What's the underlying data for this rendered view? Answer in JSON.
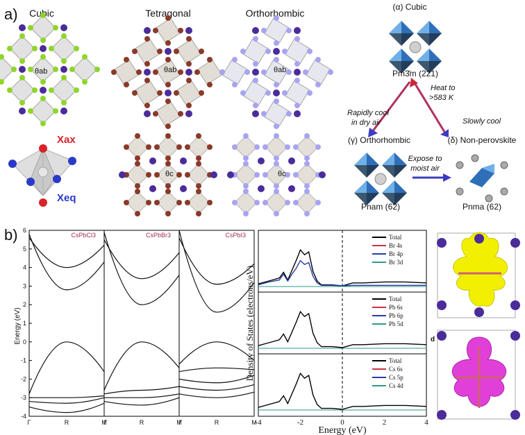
{
  "panel_a": {
    "label": "a)",
    "columns": [
      "Cubic",
      "Tetragonal",
      "Orthorhombic"
    ],
    "angle_ab": "θab",
    "angle_c": "θc",
    "x_ax": "Xax",
    "x_eq": "Xeq",
    "phase": {
      "cubic_title": "(α) Cubic",
      "cubic_group": "Pm3̄m (221)",
      "heat": "Heat to",
      "heat_temp": ">583 K",
      "rapid1": "Rapidly cool",
      "rapid2": "in dry air",
      "slow": "Slowly cool",
      "ortho_title": "(γ) Orthorhombic",
      "nonperov_title": "(δ) Non-perovskite",
      "expose1": "Expose to",
      "expose2": "moist air",
      "ortho_group": "Pnam (62)",
      "nonperov_group": "Pnma (62)"
    },
    "colors": {
      "halide_cubic": "#8fd629",
      "halide_tet": "#8a3a2a",
      "halide_ortho": "#a8a4f0",
      "cs": "#4a2c9a",
      "heat_arrow": "#c8283c",
      "cool_arrow": "#3c3cc0"
    }
  },
  "panel_b": {
    "label": "b)",
    "band": {
      "ylabel": "Energy (eV)",
      "yticks": [
        "6",
        "5",
        "4",
        "3",
        "2",
        "1",
        "0",
        "-1",
        "-2",
        "-3",
        "-4"
      ],
      "xticks": [
        "Γ",
        "R",
        "M",
        "Γ",
        "R",
        "M",
        "Γ",
        "R",
        "M"
      ],
      "titles": [
        "CsPbCl3",
        "CsPbBr3",
        "CsPbI3"
      ]
    },
    "dos": {
      "ylabel": "Density of States (electrons/eV)",
      "xlabel": "Energy (eV)",
      "xticks": [
        "-4",
        "-2",
        "0",
        "2",
        "4"
      ],
      "legends": [
        [
          "Total",
          "Br 4s",
          "Br 4p",
          "Br 3d"
        ],
        [
          "Total",
          "Pb 6s",
          "Pb 6p",
          "Pb 5d"
        ],
        [
          "Total",
          "Cs 6s",
          "Cs 5p",
          "Cs 4d"
        ]
      ],
      "legend_colors": [
        "#000000",
        "#d03040",
        "#2a3aa8",
        "#2a9a8a"
      ]
    },
    "orbital_label": "d",
    "colors": {
      "isosurface_top": "#f2f000",
      "isosurface_bottom": "#e040d8"
    }
  },
  "chart_data": [
    {
      "type": "line",
      "title": "CsPbCl3",
      "ylabel": "Energy (eV)",
      "ylim": [
        -4,
        6
      ],
      "x": [
        "Γ",
        "R",
        "M"
      ],
      "series": [
        {
          "values": [
            5.8,
            2.8,
            4.3
          ]
        },
        {
          "values": [
            5.6,
            4.0,
            5.2
          ]
        },
        {
          "values": [
            -2.8,
            0.0,
            -1.6
          ]
        },
        {
          "values": [
            -3.0,
            -3.0,
            -2.9
          ]
        },
        {
          "values": [
            -3.2,
            -3.3,
            -3.0
          ]
        },
        {
          "values": [
            -3.5,
            -3.8,
            -3.3
          ]
        }
      ]
    },
    {
      "type": "line",
      "title": "CsPbBr3",
      "ylabel": "Energy (eV)",
      "ylim": [
        -4,
        6
      ],
      "x": [
        "Γ",
        "R",
        "M"
      ],
      "series": [
        {
          "values": [
            5.9,
            2.0,
            3.6
          ]
        },
        {
          "values": [
            5.5,
            3.4,
            4.8
          ]
        },
        {
          "values": [
            -2.6,
            0.0,
            -1.4
          ]
        },
        {
          "values": [
            -2.8,
            -2.6,
            -2.4
          ]
        },
        {
          "values": [
            -3.0,
            -3.0,
            -2.8
          ]
        },
        {
          "values": [
            -3.2,
            -3.4,
            -3.0
          ]
        }
      ]
    },
    {
      "type": "line",
      "title": "CsPbI3",
      "ylabel": "Energy (eV)",
      "ylim": [
        -4,
        6
      ],
      "x": [
        "Γ",
        "R",
        "M"
      ],
      "series": [
        {
          "values": [
            6.0,
            1.6,
            3.2
          ]
        },
        {
          "values": [
            5.6,
            3.1,
            4.2
          ]
        },
        {
          "values": [
            -1.2,
            0.0,
            -1.0
          ]
        },
        {
          "values": [
            -1.6,
            -1.4,
            -1.5
          ]
        },
        {
          "values": [
            -2.0,
            -2.2,
            -1.8
          ]
        },
        {
          "values": [
            -2.4,
            -2.6,
            -2.3
          ]
        },
        {
          "values": [
            -2.8,
            -3.0,
            -2.7
          ]
        }
      ]
    },
    {
      "type": "line",
      "xlabel": "Energy (eV)",
      "xlim": [
        -4,
        4
      ],
      "x": [
        -4,
        -3.5,
        -3,
        -2.8,
        -2.6,
        -2.4,
        -2.2,
        -2.0,
        -1.8,
        -1.6,
        -1.4,
        -1.2,
        -1.0,
        -0.5,
        0,
        0.5,
        1,
        2,
        3,
        4
      ],
      "series": [
        {
          "name": "Total",
          "values": [
            0.2,
            0.5,
            0.8,
            1.4,
            0.6,
            1.6,
            2.6,
            3.7,
            3.2,
            3.5,
            1.5,
            0.5,
            0.1,
            0.1,
            0.0,
            0.3,
            0.3,
            0.4,
            0.4,
            0.3
          ]
        },
        {
          "name": "Br 4p",
          "values": [
            0.1,
            0.4,
            0.6,
            1.2,
            0.5,
            1.2,
            1.8,
            2.6,
            2.2,
            2.4,
            1.0,
            0.3,
            0.05,
            0.05,
            0.0,
            0.05,
            0.05,
            0.05,
            0.05,
            0.05
          ]
        }
      ]
    },
    {
      "type": "line",
      "xlim": [
        -4,
        4
      ],
      "x": [
        -4,
        -3.5,
        -3,
        -2.8,
        -2.6,
        -2.4,
        -2.2,
        -2.0,
        -1.8,
        -1.6,
        -1.4,
        -1.2,
        -1.0,
        -0.5,
        0,
        0.5,
        1,
        2,
        3,
        4
      ],
      "series": [
        {
          "name": "Total",
          "values": [
            0.2,
            0.5,
            0.8,
            1.4,
            0.6,
            1.6,
            2.6,
            3.7,
            3.2,
            3.5,
            1.5,
            0.5,
            0.1,
            0.1,
            0.0,
            0.3,
            0.3,
            0.4,
            0.4,
            0.3
          ]
        }
      ]
    },
    {
      "type": "line",
      "xlim": [
        -4,
        4
      ],
      "x": [
        -4,
        -3.5,
        -3,
        -2.8,
        -2.6,
        -2.4,
        -2.2,
        -2.0,
        -1.8,
        -1.6,
        -1.4,
        -1.2,
        -1.0,
        -0.5,
        0,
        0.5,
        1,
        2,
        3,
        4
      ],
      "series": [
        {
          "name": "Total",
          "values": [
            0.2,
            0.5,
            0.8,
            1.4,
            0.6,
            1.6,
            2.6,
            3.7,
            3.2,
            3.5,
            1.5,
            0.5,
            0.1,
            0.1,
            0.0,
            0.3,
            0.3,
            0.4,
            0.4,
            0.3
          ]
        }
      ]
    }
  ]
}
